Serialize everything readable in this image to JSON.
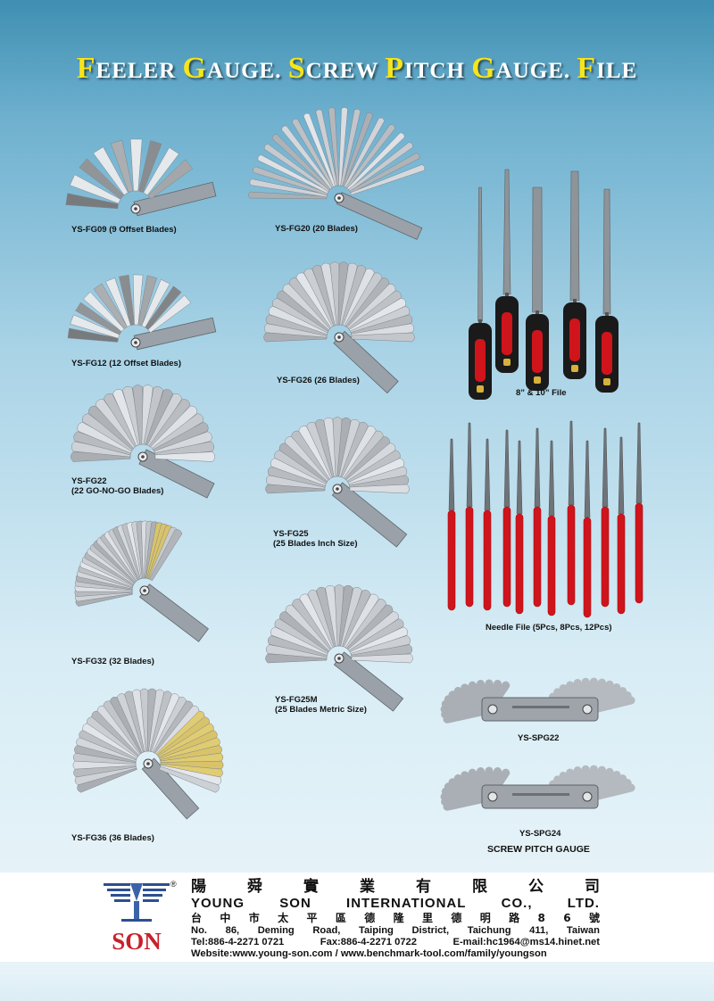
{
  "page_title": {
    "word1_cap": "F",
    "word1_rest": "EELER ",
    "word2_cap": "G",
    "word2_rest": "AUGE.  ",
    "word3_cap": "S",
    "word3_rest": "CREW ",
    "word4_cap": "P",
    "word4_rest": "ITCH ",
    "word5_cap": "G",
    "word5_rest": "AUGE. ",
    "word6_cap": "F",
    "word6_rest": "ILE"
  },
  "products": {
    "fg09": "YS-FG09 (9 Offset Blades)",
    "fg20": "YS-FG20 (20 Blades)",
    "fg12": "YS-FG12 (12 Offset Blades)",
    "fg26": "YS-FG26 (26 Blades)",
    "fg22_line1": "YS-FG22",
    "fg22_line2": "(22 GO-NO-GO Blades)",
    "fg25_line1": "YS-FG25",
    "fg25_line2": "(25 Blades Inch Size)",
    "fg32": "YS-FG32 (32 Blades)",
    "fg25m_line1": "YS-FG25M",
    "fg25m_line2": "(25 Blades Metric Size)",
    "fg36": "YS-FG36 (36 Blades)",
    "file": "8” & 10” File",
    "needle_file": "Needle File (5Pcs, 8Pcs, 12Pcs)",
    "spg22": "YS-SPG22",
    "spg24": "YS-SPG24",
    "spg_heading": "SCREW PITCH GAUGE"
  },
  "company": {
    "logo_text": "SON",
    "logo_registered": "®",
    "name_cn": [
      "陽",
      "舜",
      "實",
      "業",
      "有",
      "限",
      "公",
      "司"
    ],
    "name_en": [
      "YOUNG",
      "SON",
      "INTERNATIONAL",
      "CO.,",
      "LTD."
    ],
    "address_cn": [
      "台",
      "中",
      "市",
      "太",
      "平",
      "區",
      "德",
      "隆",
      "里",
      "德",
      "明",
      "路",
      "8",
      "6",
      "號"
    ],
    "address_en": [
      "No.",
      "86,",
      "Deming",
      "Road,",
      "Taiping",
      "District,",
      "Taichung",
      "411,",
      "Taiwan"
    ],
    "tel": "Tel:886-4-2271 0721",
    "fax": "Fax:886-4-2271 0722",
    "email": "E-mail:hc1964@ms14.hinet.net",
    "website": "Website:www.young-son.com / www.benchmark-tool.com/family/youngson"
  },
  "colors": {
    "handle_red": "#d0141c",
    "handle_black": "#1a1a1a",
    "brass": "#d9c36a",
    "steel": "#b9bec4",
    "title_accent": "#f7e51a",
    "logo_red": "#c8202a",
    "logo_blue": "#2c4f8f"
  }
}
